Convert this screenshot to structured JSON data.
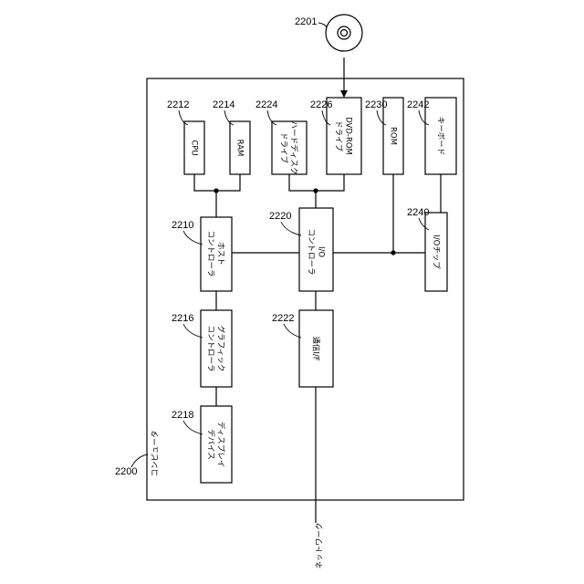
{
  "computer": {
    "label": "コンピュータ",
    "ref": "2200"
  },
  "disc": {
    "ref": "2201"
  },
  "network": {
    "label": "ネットワーク"
  },
  "blocks": {
    "cpu": {
      "label": "CPU",
      "ref": "2212"
    },
    "ram": {
      "label": "RAM",
      "ref": "2214"
    },
    "hdd": {
      "line1": "ハードディスク",
      "line2": "ドライブ",
      "ref": "2224"
    },
    "dvd": {
      "line1": "DVD-ROM",
      "line2": "ドライブ",
      "ref": "2226"
    },
    "rom": {
      "label": "ROM",
      "ref": "2230"
    },
    "keyboard": {
      "label": "キーボード",
      "ref": "2242"
    },
    "host": {
      "line1": "ホスト",
      "line2": "コントローラ",
      "ref": "2210"
    },
    "io": {
      "line1": "I/O",
      "line2": "コントローラ",
      "ref": "2220"
    },
    "iochip": {
      "label": "I/Oチップ",
      "ref": "2240"
    },
    "graphic": {
      "line1": "グラフィック",
      "line2": "コントローラ",
      "ref": "2216"
    },
    "comm": {
      "label": "通信I/F",
      "ref": "2222"
    },
    "display": {
      "line1": "ディスプレイ",
      "line2": "デバイス",
      "ref": "2218"
    }
  }
}
